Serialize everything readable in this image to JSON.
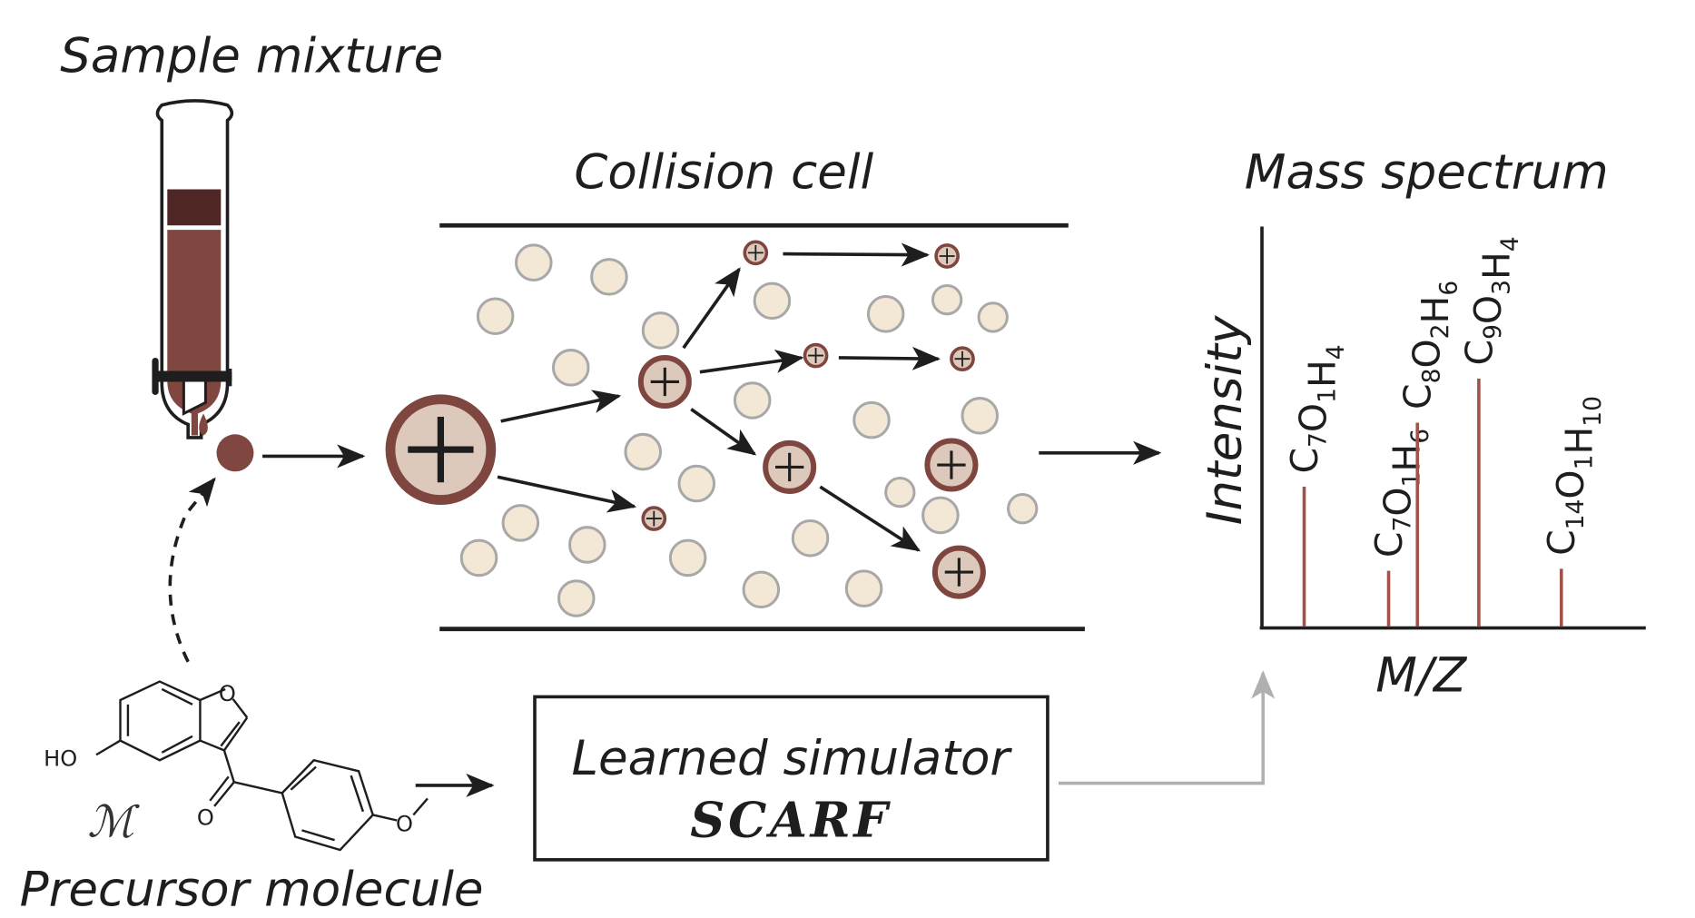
{
  "titles": {
    "sample": "Sample mixture",
    "collision": "Collision cell",
    "spectrum": "Mass spectrum",
    "precursor": "Precursor molecule"
  },
  "molecule": {
    "symbol": "ℳ",
    "atoms": {
      "hydroxyl": "HO",
      "ring_oxygen": "O",
      "carbonyl_oxygen": "O",
      "methoxy_oxygen": "O"
    }
  },
  "simulator": {
    "line1": "Learned simulator",
    "line2": "SCARF"
  },
  "ion_symbol": "+",
  "colors": {
    "ion_fill": "#dcc9bb",
    "ion_stroke": "#7f463f",
    "neutral_fill": "#f3e7d6",
    "neutral_stroke": "#a8a8a8",
    "sample_dark": "#4f2826",
    "sample_light": "#7f473f",
    "peak": "#a0524b",
    "gray_arrow": "#b0b0b0"
  },
  "chart_data": {
    "type": "bar",
    "title": "Mass spectrum",
    "xlabel": "M/Z",
    "ylabel": "Intensity",
    "grid": false,
    "ylim": [
      0,
      1
    ],
    "peaks": [
      {
        "label": "C7O1H4",
        "parts": [
          [
            "C",
            "7"
          ],
          [
            "O",
            "1"
          ],
          [
            "H",
            "4"
          ]
        ],
        "mz_rel": 0.11,
        "intensity": 0.35
      },
      {
        "label": "C7O1H6",
        "parts": [
          [
            "C",
            "7"
          ],
          [
            "O",
            "1"
          ],
          [
            "H",
            "6"
          ]
        ],
        "mz_rel": 0.33,
        "intensity": 0.14
      },
      {
        "label": "C8O2H6",
        "parts": [
          [
            "C",
            "8"
          ],
          [
            "O",
            "2"
          ],
          [
            "H",
            "6"
          ]
        ],
        "mz_rel": 0.405,
        "intensity": 0.51
      },
      {
        "label": "C9O3H4",
        "parts": [
          [
            "C",
            "9"
          ],
          [
            "O",
            "3"
          ],
          [
            "H",
            "4"
          ]
        ],
        "mz_rel": 0.565,
        "intensity": 0.62
      },
      {
        "label": "C14O1H10",
        "parts": [
          [
            "C",
            "14"
          ],
          [
            "O",
            "1"
          ],
          [
            "H",
            "10"
          ]
        ],
        "mz_rel": 0.78,
        "intensity": 0.145
      }
    ]
  }
}
